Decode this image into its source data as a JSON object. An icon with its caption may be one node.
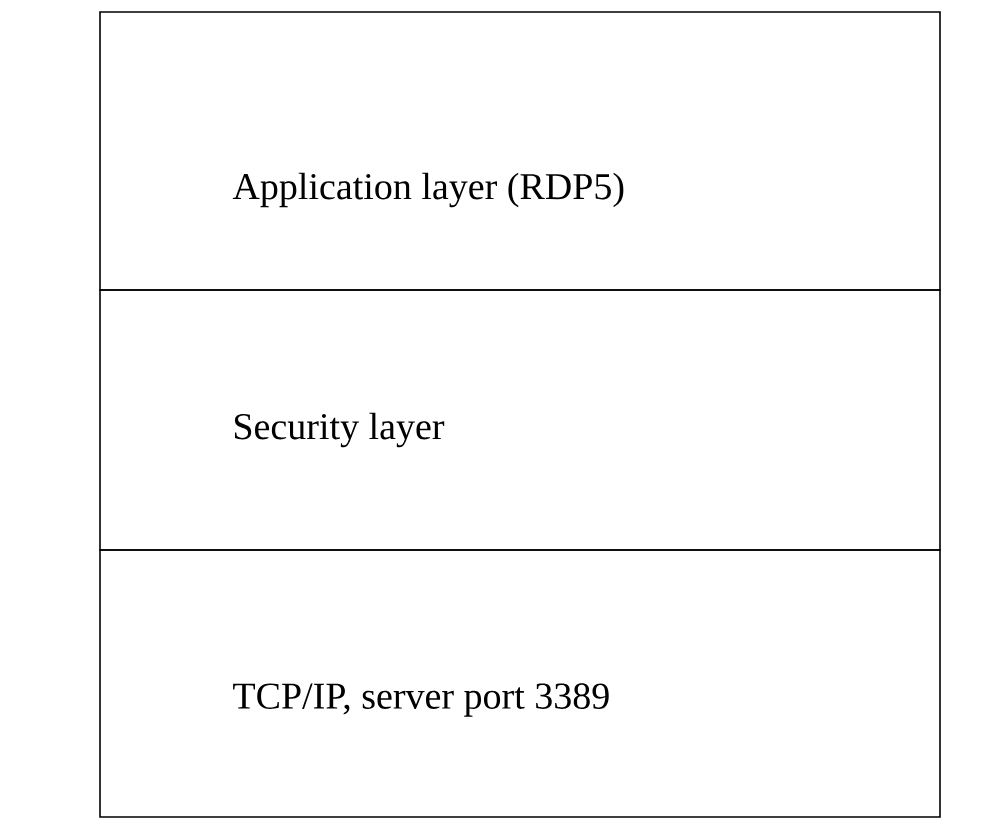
{
  "diagram": {
    "nodes": [
      {
        "text": [
          "Application layer (RDP5)"
        ]
      },
      {
        "text": [
          "Security layer"
        ]
      },
      {
        "text": [
          "TCP/IP, server port 3389"
        ]
      }
    ]
  }
}
